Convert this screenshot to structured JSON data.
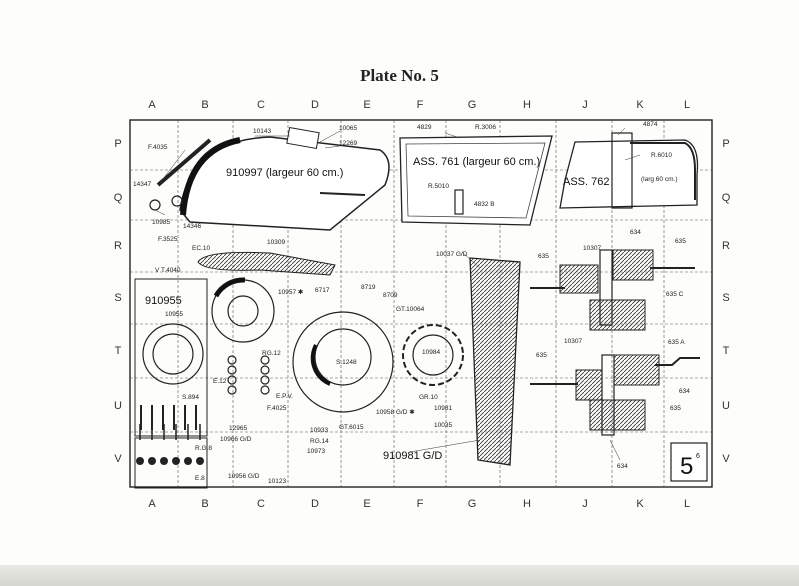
{
  "title": "Plate No. 5",
  "columns": [
    "A",
    "B",
    "C",
    "D",
    "E",
    "F",
    "G",
    "H",
    "J",
    "K",
    "L"
  ],
  "rows": [
    "P",
    "Q",
    "R",
    "S",
    "T",
    "U",
    "V"
  ],
  "plate_badge": {
    "main": "5",
    "sup": "6"
  },
  "parts": {
    "p910997": "910997 (largeur 60 cm.)",
    "p10143": "10143",
    "p10065": "10065",
    "p12269": "12269",
    "pF4035": "F.4035",
    "p14347": "14347",
    "p10985": "10985",
    "p14346": "14346",
    "pF3525": "F.3525",
    "pEC10": "EC.10",
    "pVT4040": "V T.4040",
    "p10309": "10309",
    "p4829": "4829",
    "pR3006": "R.3006",
    "pASS761": "ASS. 761 (largeur 60 cm.)",
    "pR5010": "R.5010",
    "p4832": "4832 B",
    "p4874": "4874",
    "pR6010": "R.6010",
    "pASS762": "ASS. 762",
    "pLarg": "(larg 60 cm.)",
    "p910955": "910955",
    "p10955": "10955",
    "pS894": "S.894",
    "pRG8": "R.G.8",
    "pE8": "E.8",
    "p10957": "10957 ✱",
    "pE12": "E.12",
    "pRG12": "RG.12",
    "pEPV": "E.P.V.",
    "p6717": "6717",
    "p8719": "8719",
    "p8709": "8709",
    "pGT10064": "GT.10064",
    "pS1248": "S.1248",
    "p10984": "10984",
    "pGR10": "GR.10",
    "p10958": "10958 G/D ✱",
    "pF4025": "F.4025",
    "p12965": "12965",
    "p10966": "10966 G/D",
    "pRG14": "RG.14",
    "p10933": "10933",
    "pGT6015": "GT.6015",
    "p10973": "10973",
    "p10956": "10956 G/D",
    "p10123": "10123",
    "p10981": "10981",
    "p10035": "10035",
    "p910981": "910981 G/D",
    "p10037": "10037 G/D",
    "p634a": "634",
    "p635a": "635",
    "p10307a": "10307",
    "p635b": "635",
    "p635c": "635 C",
    "p10307b": "10307",
    "p635d": "635 A",
    "p635e": "635",
    "p634b": "634",
    "p635f": "635",
    "p634c": "634"
  }
}
